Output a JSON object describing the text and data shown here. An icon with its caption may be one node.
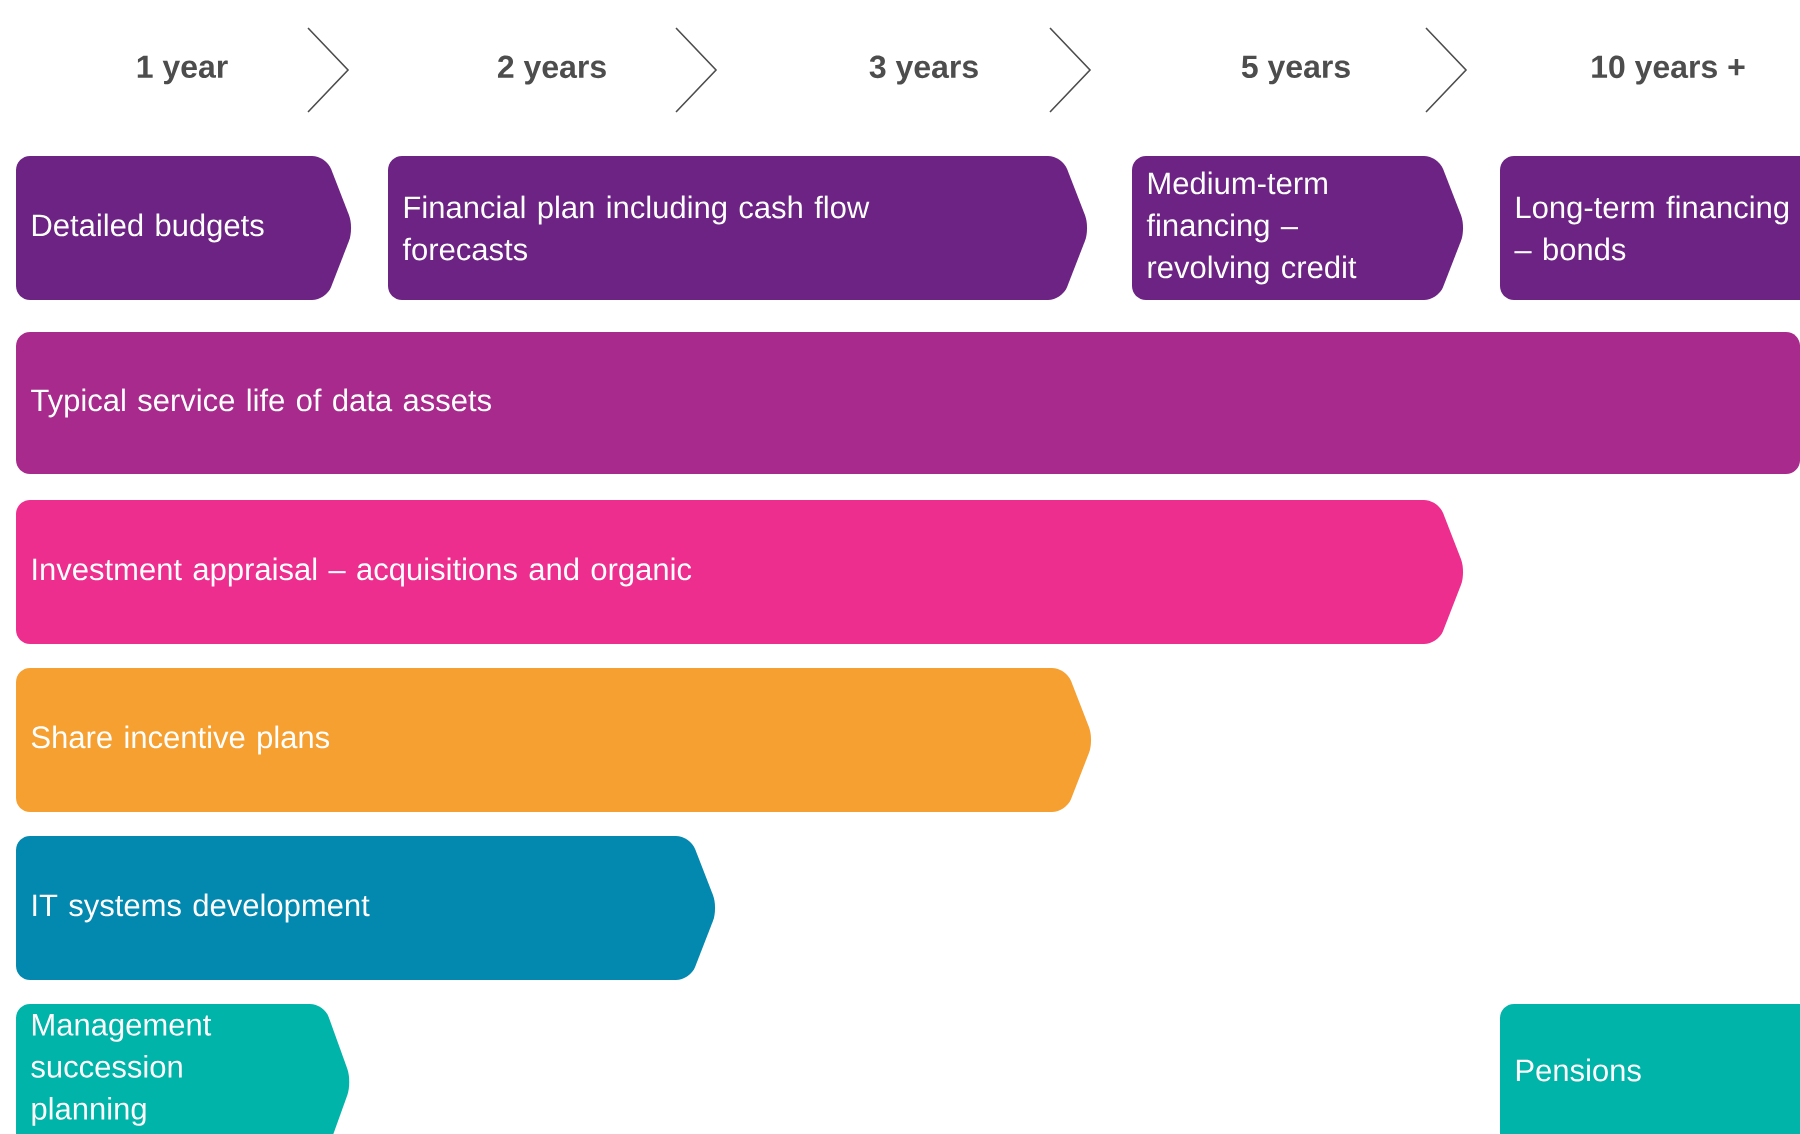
{
  "diagram": {
    "nodes": [
      {
        "text": [
          "Detailed budgets"
        ]
      },
      {
        "text": [
          "Financial plan including cash flow forecasts"
        ]
      },
      {
        "text": [
          "Medium-term financing – revolving credit"
        ]
      },
      {
        "text": [
          "Long-term financing – bonds"
        ]
      },
      {
        "text": [
          "Typical service life of data assets"
        ]
      },
      {
        "text": [
          "Investment appraisal – acquisitions and organic"
        ]
      },
      {
        "text": [
          "Share incentive plans"
        ]
      },
      {
        "text": [
          "IT systems development"
        ]
      },
      {
        "text": [
          "Management succession planning"
        ]
      },
      {
        "text": [
          "Pensions"
        ]
      }
    ],
    "labels": [
      "1 year",
      "2 years",
      "3 years",
      "5 years",
      "10 years +"
    ]
  }
}
